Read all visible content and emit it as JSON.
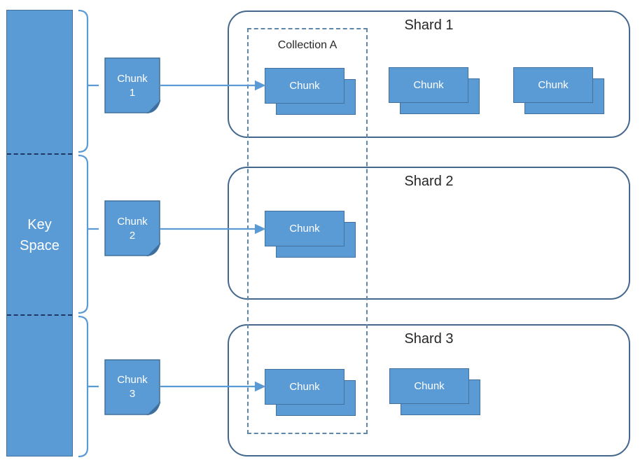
{
  "key_space": {
    "label": "Key Space"
  },
  "chunk_notes": [
    {
      "line1": "Chunk",
      "line2": "1"
    },
    {
      "line1": "Chunk",
      "line2": "2"
    },
    {
      "line1": "Chunk",
      "line2": "3"
    }
  ],
  "collection": {
    "label": "Collection A"
  },
  "shards": [
    {
      "title": "Shard 1",
      "chunks": [
        "Chunk",
        "Chunk",
        "Chunk"
      ]
    },
    {
      "title": "Shard 2",
      "chunks": [
        "Chunk"
      ]
    },
    {
      "title": "Shard 3",
      "chunks": [
        "Chunk",
        "Chunk"
      ]
    }
  ],
  "colors": {
    "shape_fill": "#5b9bd5",
    "shape_border": "#41719c",
    "note_fold": "#3a6ca5",
    "shard_border": "#44678d",
    "collection_border": "#5e88ab",
    "keyspace_divider": "#1f3864",
    "arrow": "#5b9bd5",
    "brace": "#5b9bd5",
    "title_text": "#262626",
    "shape_text": "#ffffff"
  }
}
